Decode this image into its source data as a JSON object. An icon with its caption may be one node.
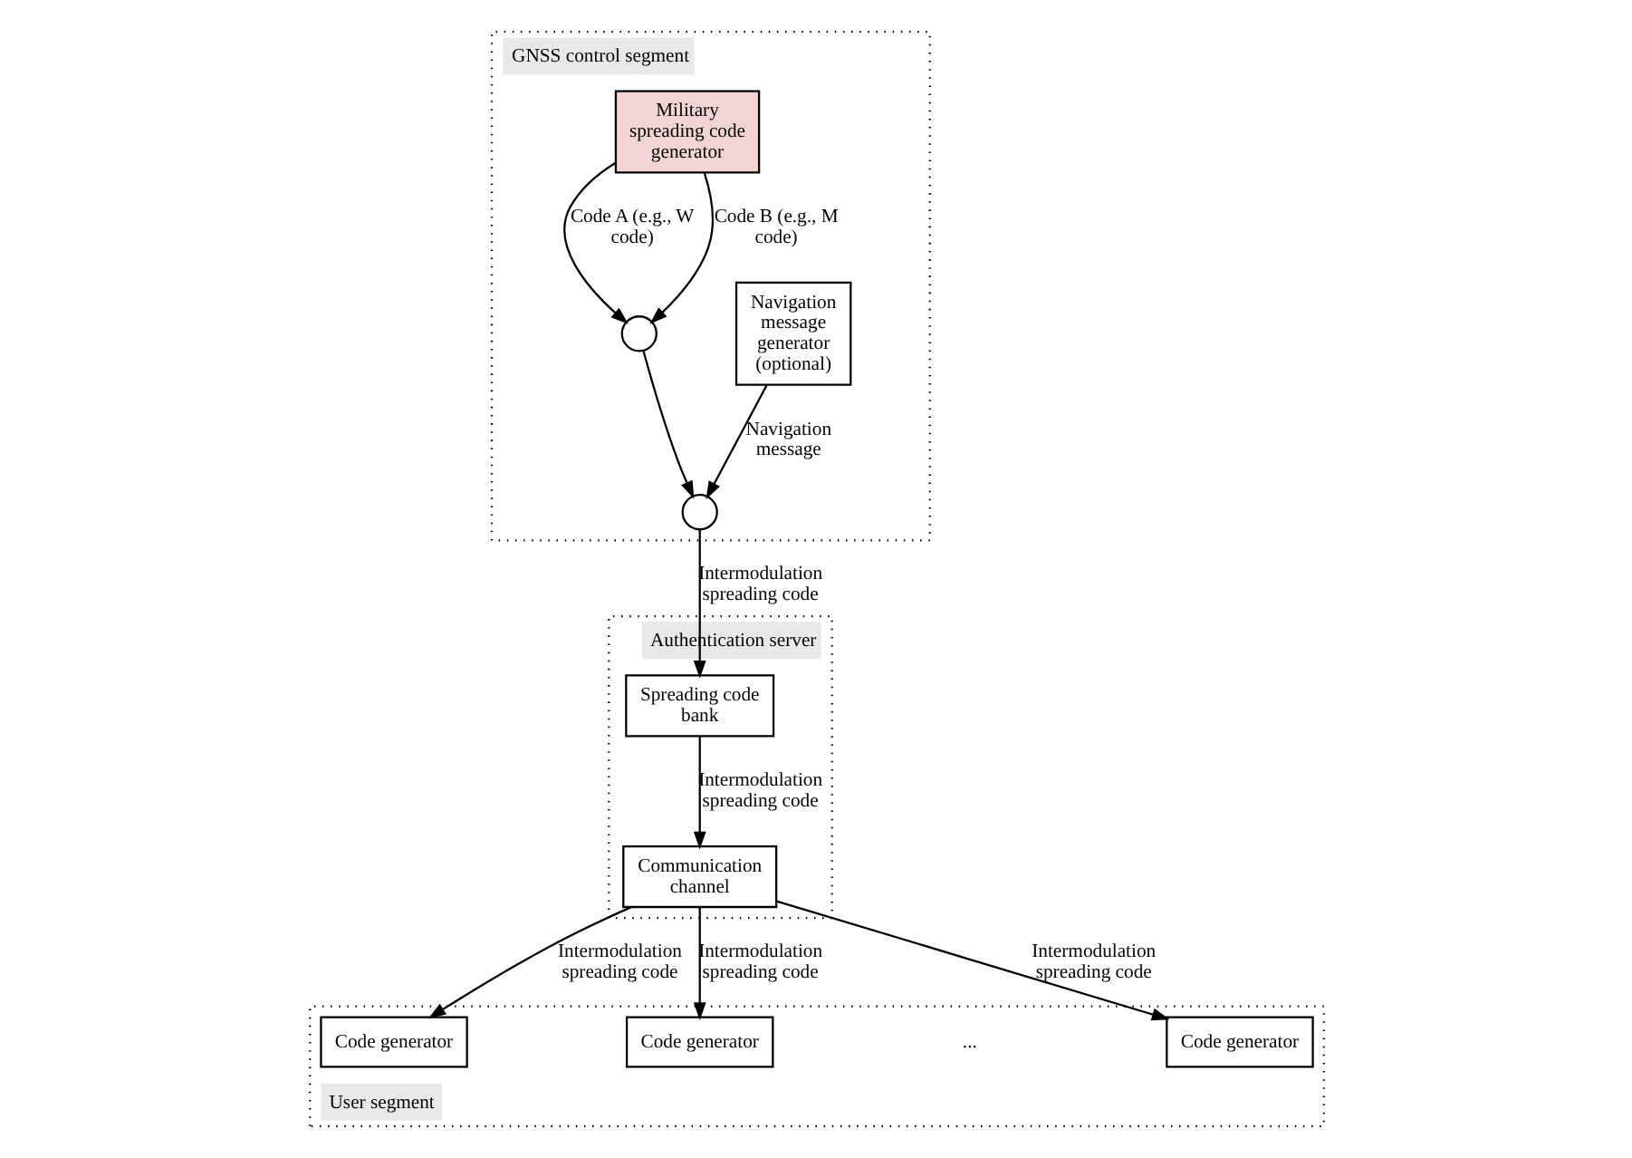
{
  "diagram": {
    "nodes": [
      {
        "text": [
          "GNSS control segment"
        ]
      },
      {
        "text": [
          "Navigation message generator (optional)"
        ],
        "in": 0
      },
      {
        "text": [
          "Military spreading code generator"
        ],
        "in": 0
      },
      {
        "text": [],
        "shape": "circle",
        "in": 0
      },
      {
        "text": [],
        "shape": "circle",
        "in": 0
      },
      {
        "text": [
          "Authentication server"
        ]
      },
      {
        "text": [
          "Spreading code bank"
        ],
        "in": 5
      },
      {
        "text": [
          "Communication channel"
        ],
        "in": 5
      },
      {
        "text": [
          "User segment"
        ]
      },
      {
        "text": [
          "Code generator"
        ],
        "in": 8
      },
      {
        "text": [
          "Code generator"
        ],
        "in": 8
      },
      {
        "text": [
          "Code generator"
        ],
        "in": 8
      }
    ],
    "edges": [
      {
        "from": 2,
        "to": 3,
        "arrow": "to",
        "label": "Code A (e.g., W code)"
      },
      {
        "from": 2,
        "to": 3,
        "arrow": "to",
        "label": "Code B (e.g., M code)"
      },
      {
        "from": 3,
        "to": 4,
        "arrow": "to"
      },
      {
        "from": 1,
        "to": 4,
        "arrow": "to",
        "label": "Navigation message"
      },
      {
        "from": 4,
        "to": 6,
        "arrow": "to",
        "label": "Intermodulation spreading code"
      },
      {
        "from": 6,
        "to": 7,
        "arrow": "to",
        "label": "Intermodulation spreading code"
      },
      {
        "from": 7,
        "to": 9,
        "arrow": "to",
        "label": "Intermodulation spreading code"
      },
      {
        "from": 7,
        "to": 10,
        "arrow": "to",
        "label": "Intermodulation spreading code"
      },
      {
        "from": 7,
        "to": 11,
        "arrow": "to",
        "label": "Intermodulation spreading code"
      }
    ],
    "labels": [
      "..."
    ]
  }
}
